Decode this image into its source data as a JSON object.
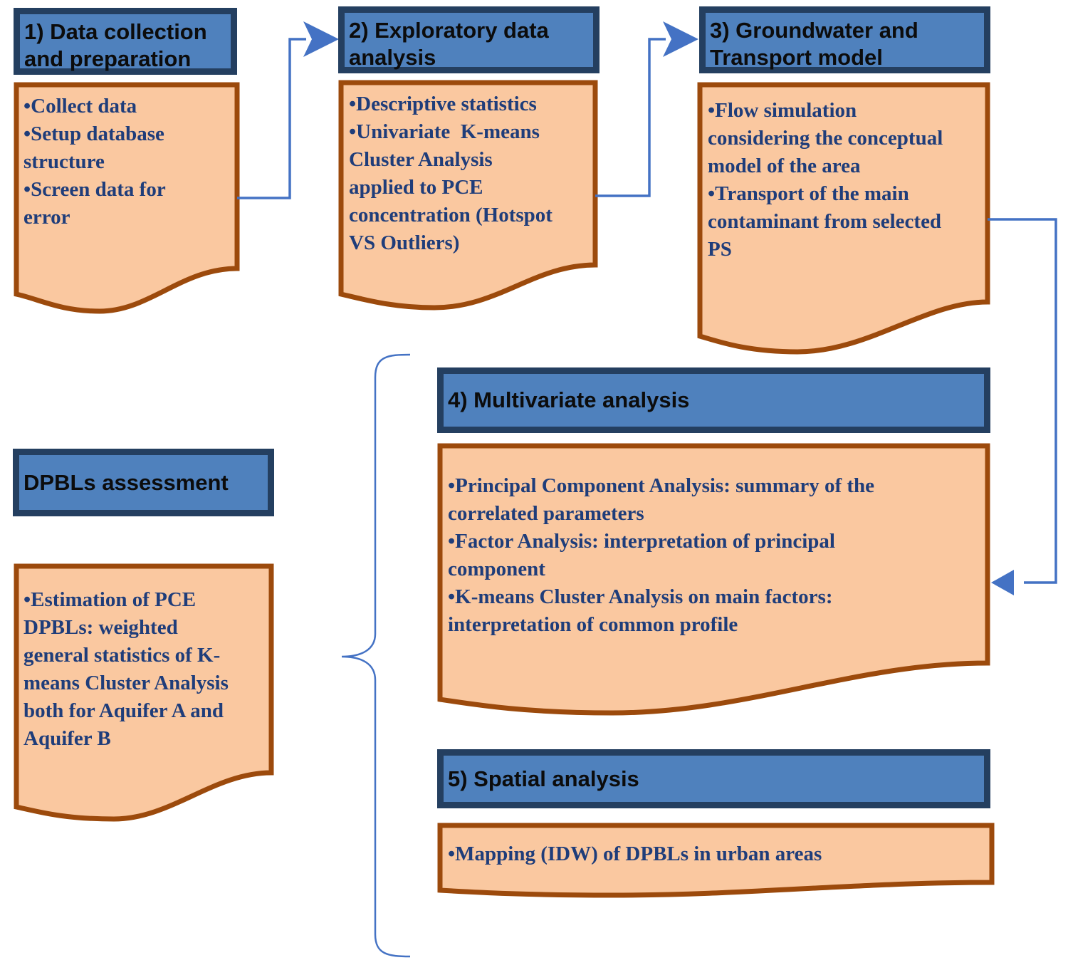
{
  "steps": [
    {
      "title_lines": [
        "1) Data collection",
        "and preparation"
      ],
      "items": [
        "•Collect data",
        "•Setup database\nstructure",
        "•Screen data for\nerror"
      ]
    },
    {
      "title_lines": [
        "2) Exploratory data",
        "analysis"
      ],
      "items": [
        "•Descriptive statistics",
        "•Univariate  K-means\nCluster Analysis\napplied to PCE\nconcentration (Hotspot\nVS Outliers)"
      ]
    },
    {
      "title_lines": [
        "3) Groundwater and",
        "Transport model"
      ],
      "items": [
        "•Flow simulation\nconsidering the conceptual\nmodel of the area",
        "•Transport of the main\ncontaminant from selected\nPS"
      ]
    },
    {
      "title_lines": [
        "4) Multivariate analysis"
      ],
      "items": [
        "•Principal Component Analysis: summary of the\ncorrelated parameters",
        "•Factor Analysis: interpretation of principal\ncomponent",
        "•K-means Cluster Analysis on main factors:\ninterpretation of common profile"
      ]
    },
    {
      "title_lines": [
        "5) Spatial analysis"
      ],
      "items": [
        "•Mapping (IDW) of DPBLs in urban areas"
      ]
    },
    {
      "title_lines": [
        "DPBLs assessment"
      ],
      "items": [
        "•Estimation of PCE\nDPBLs: weighted\ngeneral statistics of K-\nmeans Cluster Analysis\nboth for Aquifer A and\nAquifer B"
      ]
    }
  ],
  "colors": {
    "header_fill": "#4f81bd",
    "header_border": "#243f60",
    "doc_fill": "#fac8a0",
    "doc_border": "#9c4a0c",
    "arrow": "#4472c4",
    "text": "#1f3d7a"
  }
}
